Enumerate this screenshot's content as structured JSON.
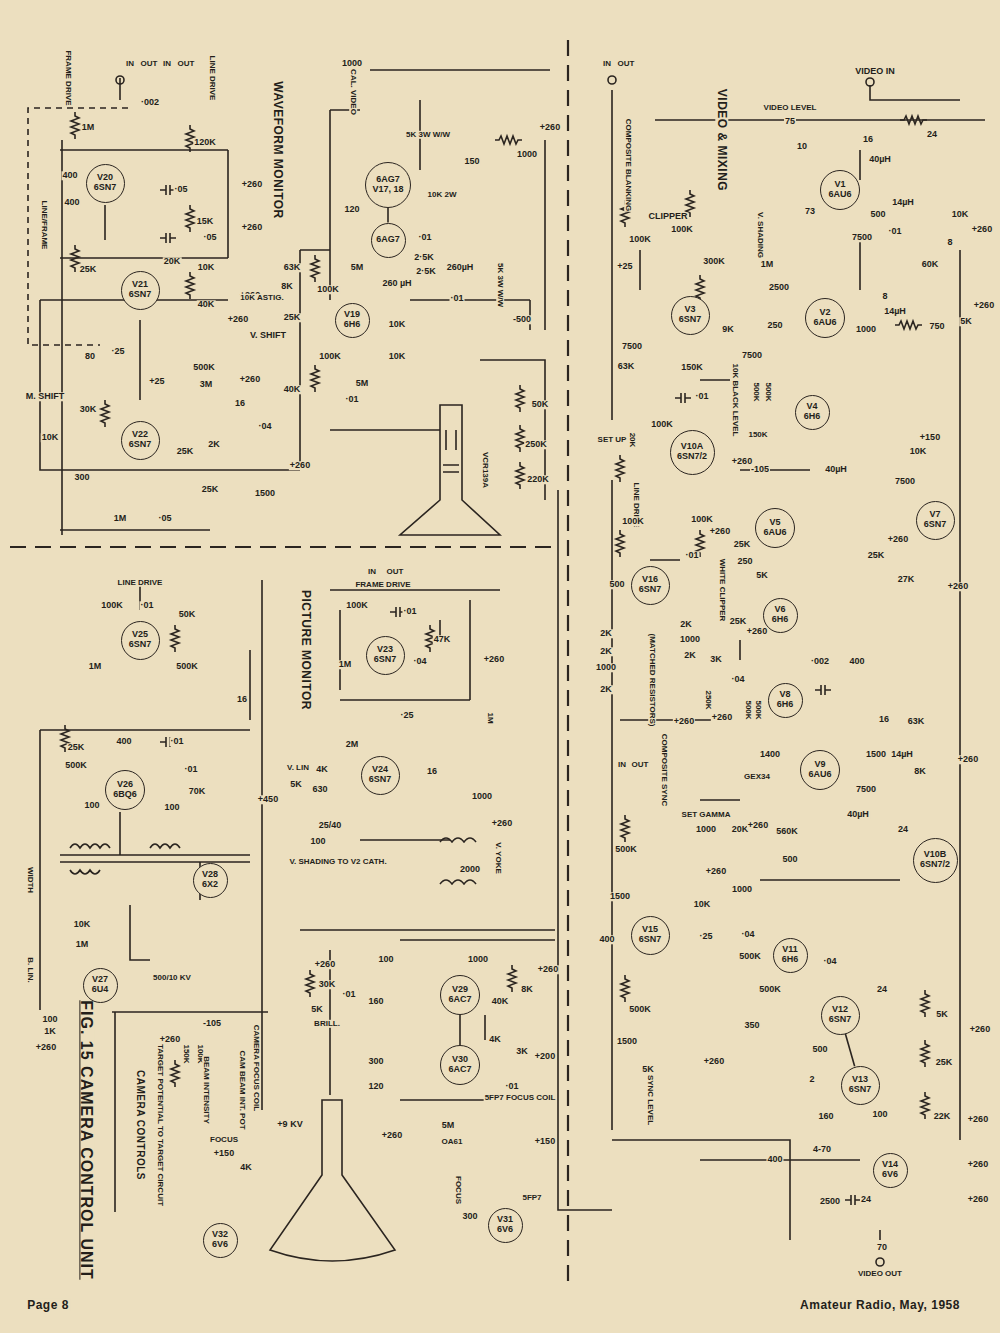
{
  "diagram": {
    "title": "FIG. 15 CAMERA CONTROL UNIT",
    "nodes": [
      {
        "text": [
          "V20",
          "6SN7"
        ]
      },
      {
        "text": [
          "V21",
          "6SN7"
        ]
      },
      {
        "text": [
          "V22",
          "6SN7"
        ]
      },
      {
        "text": [
          "6AG7",
          "V17, 18"
        ]
      },
      {
        "text": [
          "6AG7"
        ]
      },
      {
        "text": [
          "V19",
          "6H6"
        ]
      },
      {
        "text": [
          "V1",
          "6AU6"
        ]
      },
      {
        "text": [
          "V3",
          "6SN7"
        ]
      },
      {
        "text": [
          "V2",
          "6AU6"
        ]
      },
      {
        "text": [
          "V4",
          "6H6"
        ]
      },
      {
        "text": [
          "V10A",
          "6SN7/2"
        ]
      },
      {
        "text": [
          "V16",
          "6SN7"
        ]
      },
      {
        "text": [
          "V5",
          "6AU6"
        ]
      },
      {
        "text": [
          "V7",
          "6SN7"
        ]
      },
      {
        "text": [
          "V6",
          "6H6"
        ]
      },
      {
        "text": [
          "V8",
          "6H6"
        ]
      },
      {
        "text": [
          "V9",
          "6AU6"
        ]
      },
      {
        "text": [
          "V10B",
          "6SN7/2"
        ]
      },
      {
        "text": [
          "V15",
          "6SN7"
        ]
      },
      {
        "text": [
          "V11",
          "6H6"
        ]
      },
      {
        "text": [
          "V12",
          "6SN7"
        ]
      },
      {
        "text": [
          "V13",
          "6SN7"
        ]
      },
      {
        "text": [
          "V14",
          "6V6"
        ]
      },
      {
        "text": [
          "V25",
          "6SN7"
        ]
      },
      {
        "text": [
          "V23",
          "6SN7"
        ]
      },
      {
        "text": [
          "V26",
          "6BQ6"
        ]
      },
      {
        "text": [
          "V24",
          "6SN7"
        ]
      },
      {
        "text": [
          "V28",
          "6X2"
        ]
      },
      {
        "text": [
          "V27",
          "6U4"
        ]
      },
      {
        "text": [
          "V29",
          "6AC7"
        ]
      },
      {
        "text": [
          "V30",
          "6AC7"
        ]
      },
      {
        "text": [
          "V32",
          "6V6"
        ]
      },
      {
        "text": [
          "V31",
          "6V6"
        ]
      }
    ],
    "edges": [
      {
        "from": 3,
        "to": 4,
        "arrow": "none"
      },
      {
        "from": 29,
        "to": 30,
        "arrow": "none"
      },
      {
        "from": 20,
        "to": 21,
        "arrow": "none"
      }
    ],
    "labels": [
      "FRAME DRIVE",
      "IN",
      "OUT",
      "IN",
      "OUT",
      "LINE DRIVE",
      "·002",
      "1M",
      "120K",
      "400",
      "·05",
      "+260",
      "400",
      "15K",
      "·05",
      "+260",
      "LINE/FRAME",
      "25K",
      "20K",
      "10K",
      "40K",
      "+260",
      "+260",
      "80",
      "·25",
      "+25",
      "500K",
      "3M",
      "+260",
      "M. SHIFT",
      "10K",
      "30K",
      "300",
      "25K",
      "2K",
      "16",
      "·04",
      "25K",
      "1500",
      "+260",
      "1M",
      "·05",
      "WAVEFORM MONITOR",
      "1000",
      "CAL. VIDEO",
      "120",
      "5K 3W W/W",
      "150",
      "1000",
      "+260",
      "10K 2W",
      "·01",
      "5K 3W W/W",
      "260 µH",
      "2·5K",
      "2·5K",
      "260µH",
      "·01",
      "63K",
      "10K ASTIG.",
      "8K",
      "25K",
      "V. SHIFT",
      "40K",
      "100K",
      "100K",
      "5M",
      "10K",
      "10K",
      "5M",
      "·01",
      "-500",
      "50K",
      "250K",
      "220K",
      "VCR139A",
      "IN",
      "OUT",
      "COMPOSITE BLANKING",
      "VIDEO & MIXING",
      "VIDEO IN",
      "VIDEO LEVEL",
      "75",
      "10",
      "73",
      "16",
      "24",
      "40µH",
      "14µH",
      "500",
      "7500",
      "·01",
      "10K",
      "+260",
      "60K",
      "8",
      "CLIPPER",
      "100K",
      "100K",
      "+25",
      "300K",
      "V. SHADING",
      "1M",
      "2500",
      "250",
      "9K",
      "7500",
      "63K",
      "150K",
      "·01",
      "7500",
      "10K BLACK LEVEL",
      "500K",
      "500K",
      "150K",
      "-105",
      "8",
      "14µH",
      "1000",
      "750",
      "5K",
      "+260",
      "SET UP",
      "20K",
      "100K",
      "+260",
      "40µH",
      "7500",
      "+150",
      "10K",
      "25K",
      "27K",
      "+260",
      "+260",
      "LINE DRIVE",
      "100K",
      "100K",
      "·01",
      "+260",
      "25K",
      "250",
      "WHITE CLIPPER",
      "5K",
      "25K",
      "+260",
      "500",
      "2K",
      "2K",
      "1000",
      "2K",
      "(MATCHED RESISTORS)",
      "2K",
      "1000",
      "2K",
      "3K",
      "250K",
      "+260",
      "·002",
      "400",
      "·04",
      "500K",
      "500K",
      "+260",
      "COMPOSITE SYNC",
      "IN",
      "OUT",
      "16",
      "63K",
      "+260",
      "1400",
      "GEX34",
      "1500",
      "14µH",
      "8K",
      "24",
      "SET GAMMA",
      "1000",
      "20K",
      "+260",
      "560K",
      "7500",
      "40µH",
      "500",
      "1000",
      "500K",
      "1500",
      "400",
      "+260",
      "10K",
      "·25",
      "·04",
      "500K",
      "500K",
      "·04",
      "500K",
      "1500",
      "5K",
      "SYNC LEVEL",
      "+260",
      "350",
      "24",
      "5K",
      "+260",
      "25K",
      "500",
      "2",
      "160",
      "22K",
      "+260",
      "100",
      "400",
      "4-70",
      "2500",
      "24",
      "70",
      "VIDEO OUT",
      "+260",
      "+260",
      "PICTURE MONITOR",
      "FRAME DRIVE",
      "IN",
      "OUT",
      "100K",
      "·01",
      "1M",
      "47K",
      "+260",
      "1M",
      "·04",
      "·25",
      "V. LIN",
      "4K",
      "5K",
      "630",
      "2M",
      "16",
      "1000",
      "+260",
      "V. YOKE",
      "2000",
      "100",
      "25/40",
      "V. SHADING TO V2 CATH.",
      "+260",
      "30K",
      "5K",
      "BRILL.",
      "·01",
      "100",
      "1000",
      "8K",
      "+260",
      "160",
      "40K",
      "300",
      "120",
      "4K",
      "3K",
      "+200",
      "·01",
      "5M",
      "OA61",
      "5FP7 FOCUS COIL",
      "+260",
      "5FP7",
      "FOCUS",
      "300",
      "+150",
      "LINE DRIVE",
      "100K",
      "·01",
      "1M",
      "50K",
      "500K",
      "25K",
      "500K",
      "400",
      "·01",
      "16",
      "·01",
      "70K",
      "100",
      "100",
      "+450",
      "WIDTH",
      "10K",
      "1M",
      "B. LIN.",
      "500/10 KV",
      "+9 KV",
      "100",
      "1K",
      "+260",
      "CAMERA CONTROLS",
      "TARGET POTENTIAL TO TARGET CIRCUIT",
      "-105",
      "+260",
      "150K",
      "100K",
      "BEAM INTENSITY",
      "CAMERA FOCUS COIL",
      "CAM BEAM INT. POT",
      "FOCUS",
      "+150",
      "4K",
      "Page 8",
      "Amateur Radio, May, 1958"
    ]
  }
}
